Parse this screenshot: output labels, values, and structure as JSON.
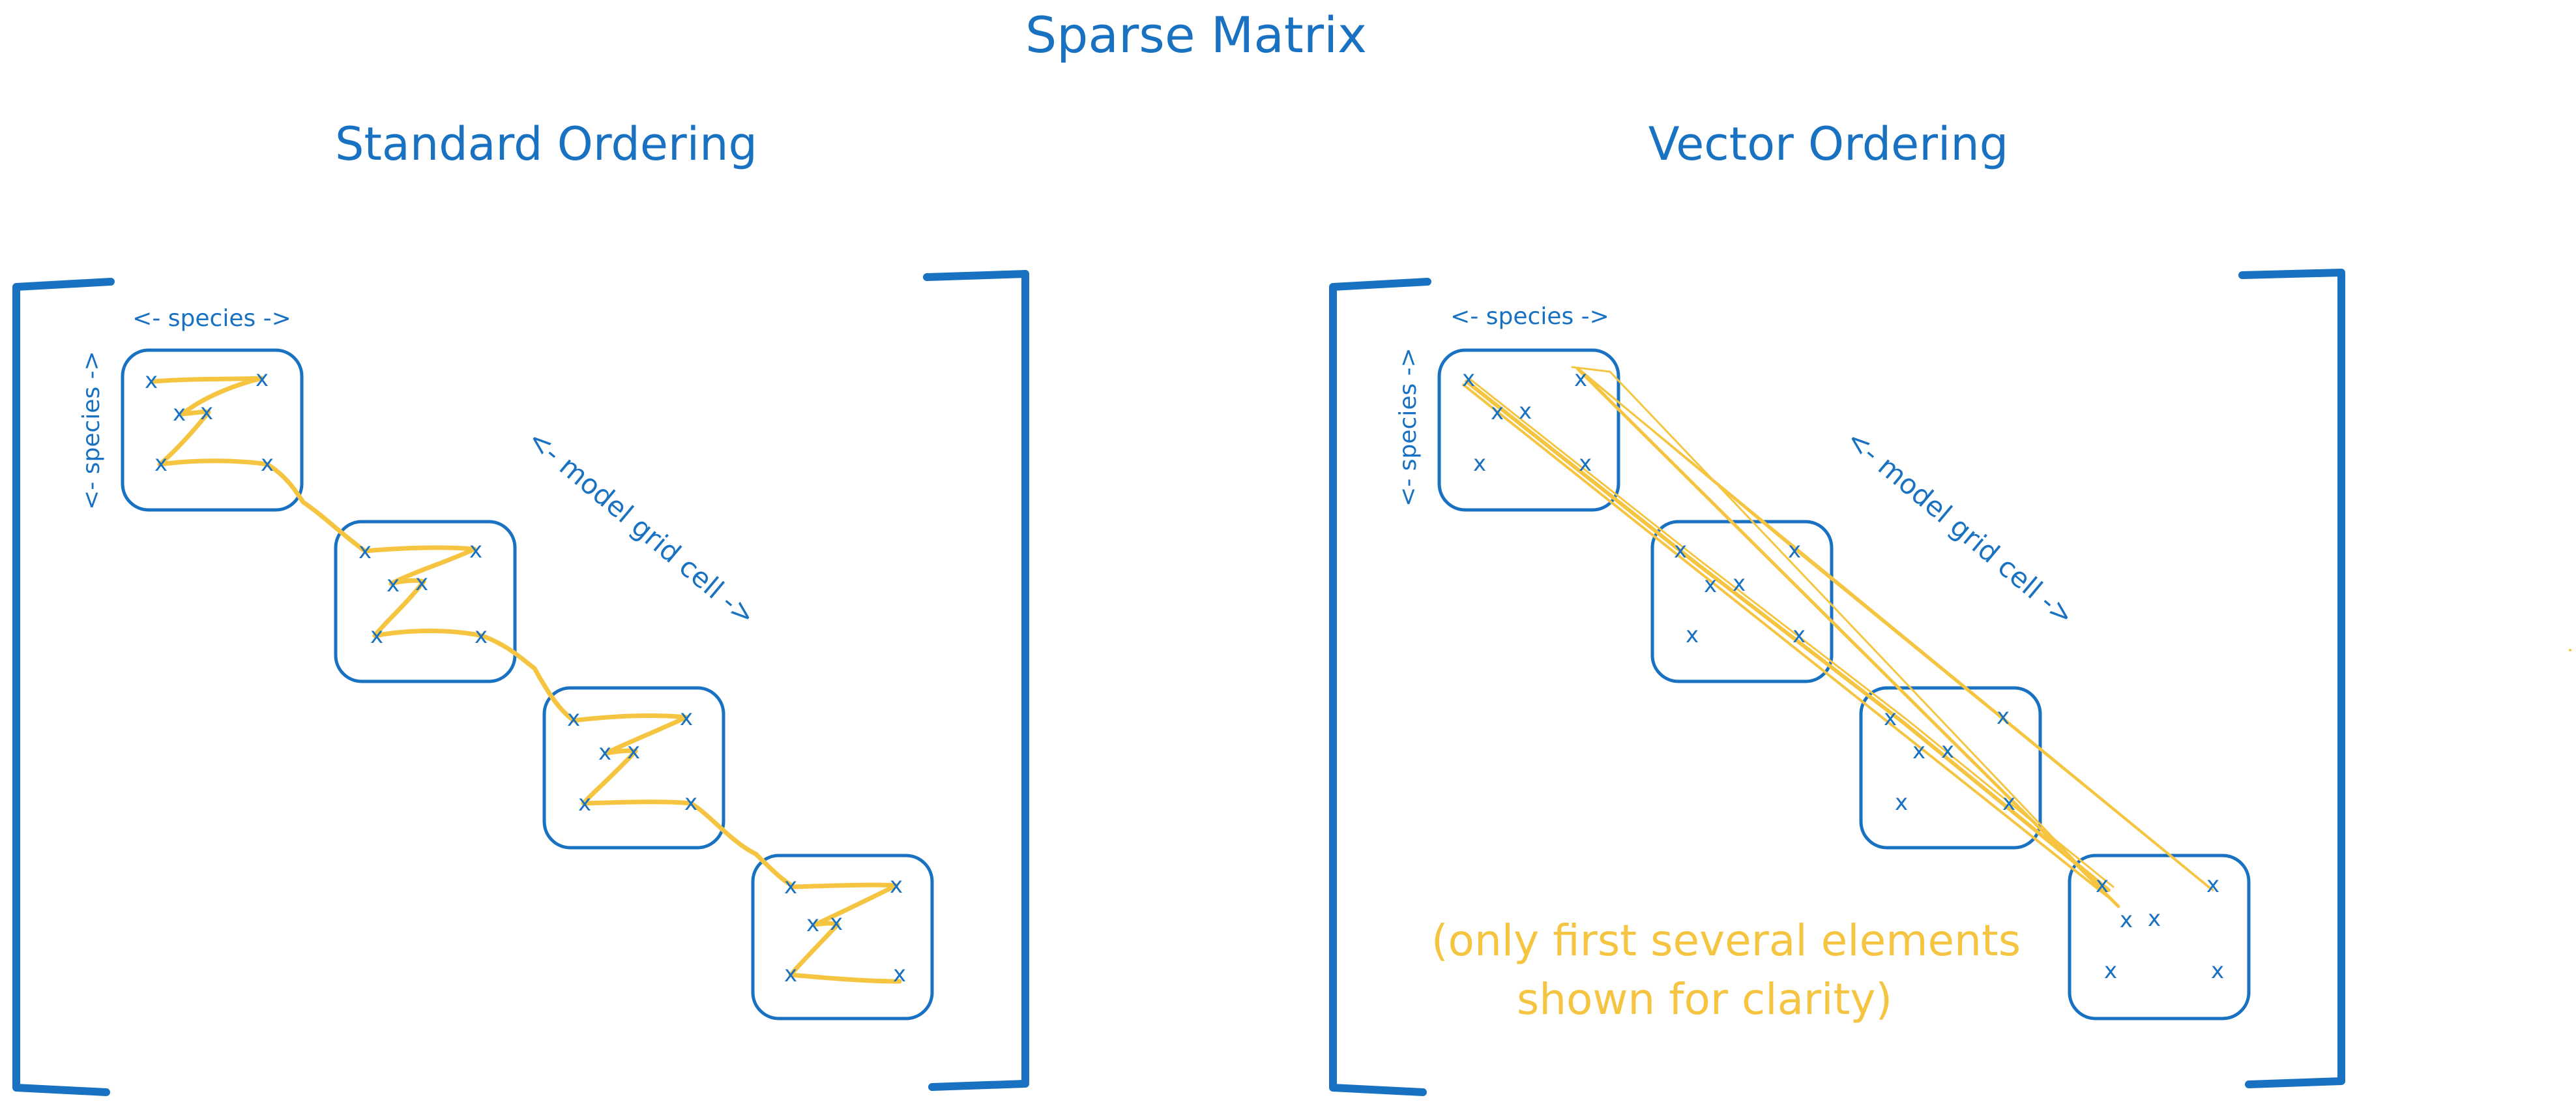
{
  "title": "Sparse Matrix",
  "left_panel": {
    "heading": "Standard Ordering",
    "top_label": "<- species ->",
    "side_label": "<- species ->",
    "diag_label": "<- model grid cell ->"
  },
  "right_panel": {
    "heading": "Vector Ordering",
    "top_label": "<- species ->",
    "side_label": "<- species ->",
    "diag_label": "<- model grid cell ->",
    "note_line1": "(only first several elements",
    "note_line2": "shown for clarity)"
  },
  "marker_glyph": "x",
  "colors": {
    "blue": "#1971c2",
    "yellow": "#f5c542",
    "background": "#ffffff"
  }
}
